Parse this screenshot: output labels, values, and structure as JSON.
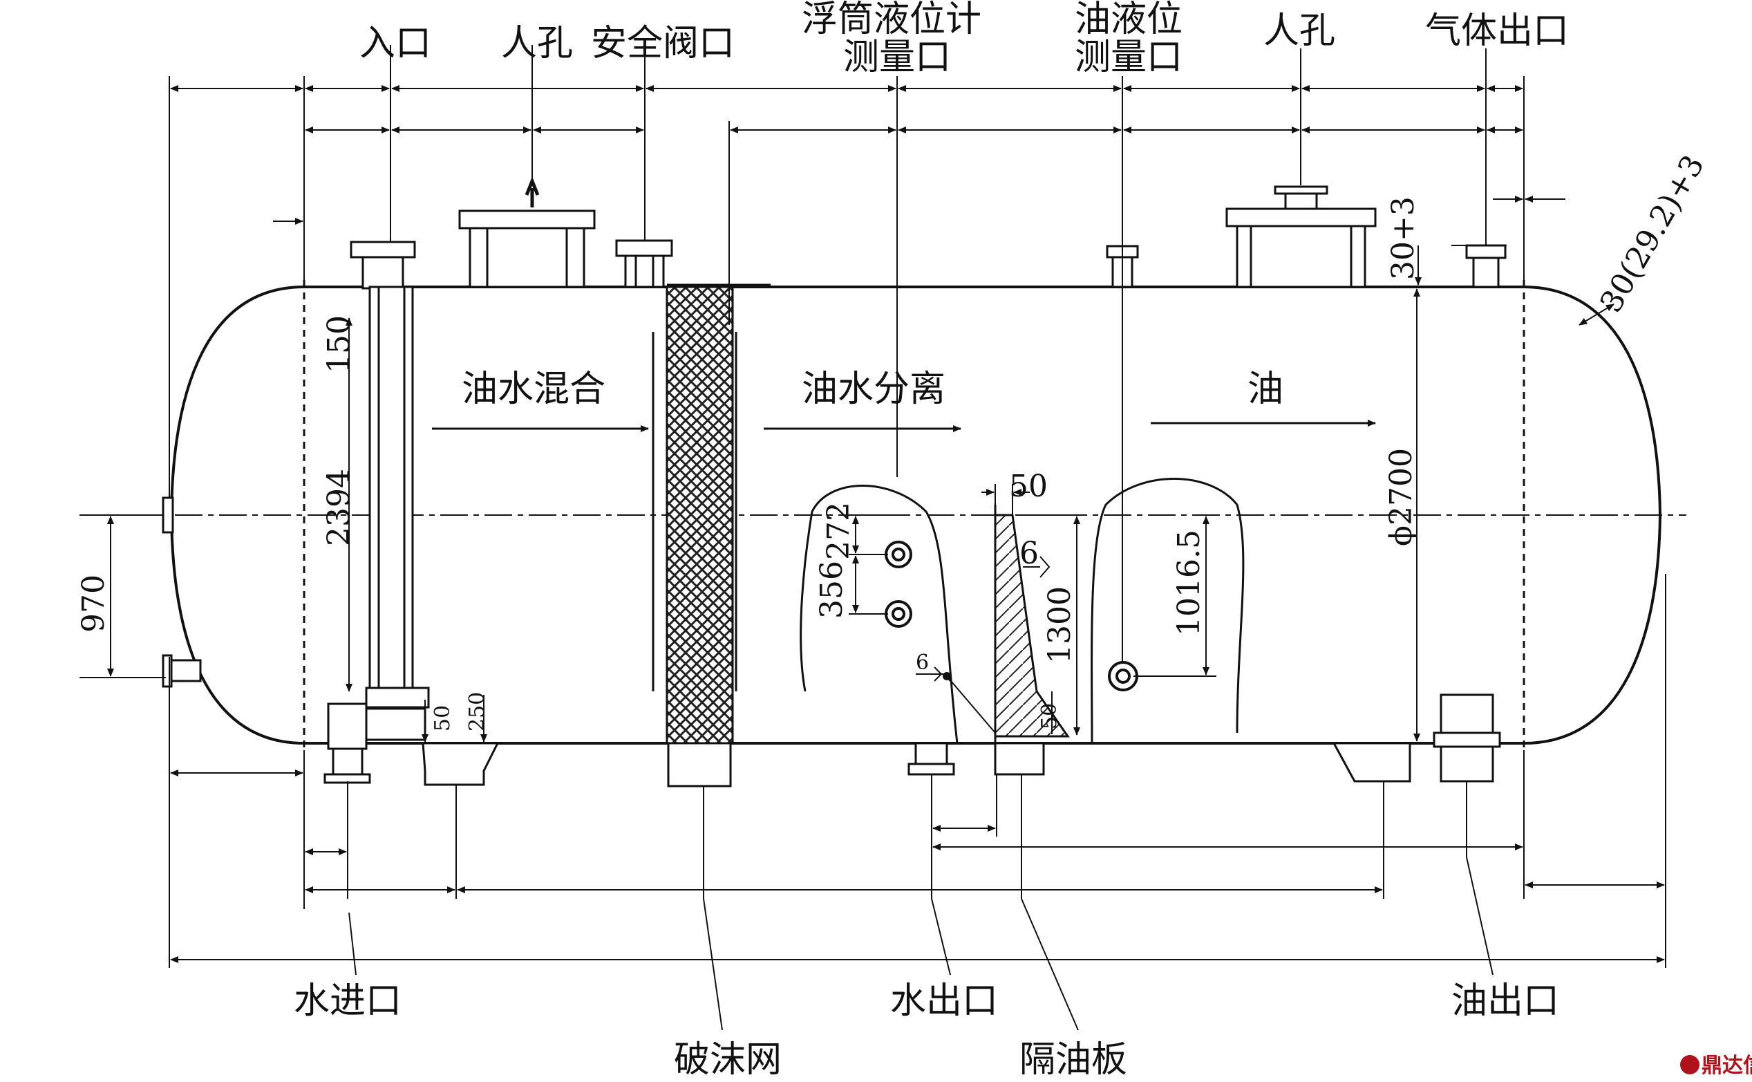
{
  "labels": {
    "inlet": "入口",
    "manhole_left": "人孔",
    "safety_valve_port": "安全阀口",
    "float_gauge_port_line1": "浮筒液位计",
    "float_gauge_port_line2": "测量口",
    "oil_level_port_line1": "油液位",
    "oil_level_port_line2": "测量口",
    "manhole_right": "人孔",
    "gas_outlet": "气体出口",
    "zone_mix": "油水混合",
    "zone_separate": "油水分离",
    "zone_oil": "油",
    "water_inlet": "水进口",
    "demister": "破沫网",
    "water_outlet": "水出口",
    "oil_baffle": "隔油板",
    "oil_outlet": "油出口"
  },
  "dimensions": {
    "d150": "150",
    "d2394": "2394",
    "d970": "970",
    "d50_top": "50",
    "d272": "272",
    "d356": "356",
    "d6_a": "6",
    "d6_b": "6",
    "d1300": "1300",
    "d1016_5": "1016.5",
    "d50_small": "50",
    "d250": "250",
    "d50_baffle": "50",
    "d_shell": "ϕ2700",
    "d_nozzle_height": "30+3",
    "d_head_thickness": "30(29.2)+3"
  },
  "watermark": "鼎达信",
  "colors": {
    "line": "#111111",
    "watermark": "#b0121b"
  }
}
